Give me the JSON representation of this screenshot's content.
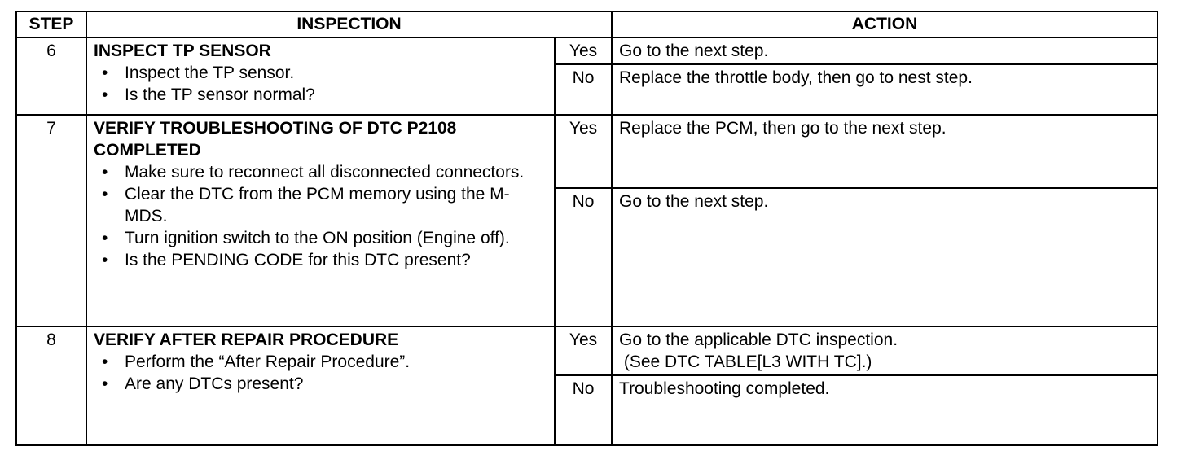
{
  "headers": {
    "step": "STEP",
    "inspection": "INSPECTION",
    "action": "ACTION"
  },
  "steps": [
    {
      "number": "6",
      "title": "INSPECT TP SENSOR",
      "bullets": [
        "Inspect the TP sensor.",
        "Is the TP sensor normal?"
      ],
      "yes_label": "Yes",
      "yes_action": "Go to the next step.",
      "no_label": "No",
      "no_action": "Replace the throttle body, then go to nest step."
    },
    {
      "number": "7",
      "title": "VERIFY TROUBLESHOOTING OF DTC P2108 COMPLETED",
      "bullets": [
        "Make sure to reconnect all disconnected connectors.",
        "Clear the DTC from the PCM memory using the M-MDS.",
        "Turn ignition switch to the ON position (Engine off).",
        "Is the PENDING CODE for this DTC present?"
      ],
      "yes_label": "Yes",
      "yes_action": "Replace the PCM, then go to the next step.",
      "no_label": "No",
      "no_action": "Go to the next step."
    },
    {
      "number": "8",
      "title": "VERIFY AFTER REPAIR PROCEDURE",
      "bullets": [
        "Perform the “After Repair Procedure”.",
        "Are any DTCs present?"
      ],
      "yes_label": "Yes",
      "yes_action": "Go to the applicable DTC inspection.",
      "yes_action_ref": " (See DTC TABLE[L3 WITH TC].)",
      "no_label": "No",
      "no_action": "Troubleshooting completed."
    }
  ]
}
